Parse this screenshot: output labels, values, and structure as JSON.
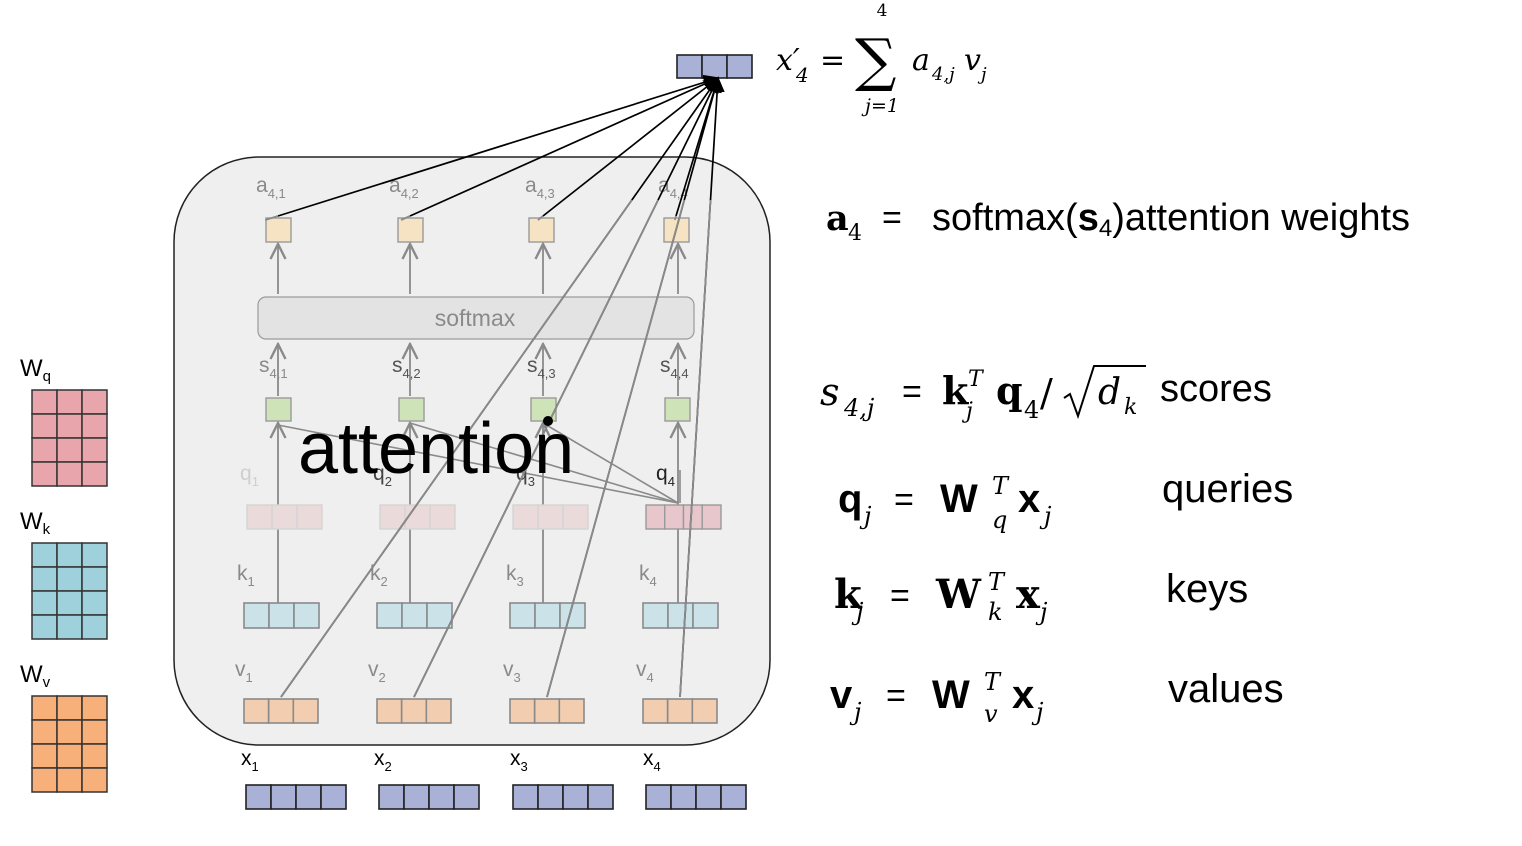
{
  "weights": {
    "wq": {
      "label": "W",
      "sub": "q",
      "color": "#e8a5ab"
    },
    "wk": {
      "label": "W",
      "sub": "k",
      "color": "#9fd1dc"
    },
    "wv": {
      "label": "W",
      "sub": "v",
      "color": "#f7b07a"
    }
  },
  "inputs": [
    {
      "label": "x",
      "sub": "1"
    },
    {
      "label": "x",
      "sub": "2"
    },
    {
      "label": "x",
      "sub": "3"
    },
    {
      "label": "x",
      "sub": "4"
    }
  ],
  "values_labels": [
    {
      "label": "v",
      "sub": "1"
    },
    {
      "label": "v",
      "sub": "2"
    },
    {
      "label": "v",
      "sub": "3"
    },
    {
      "label": "v",
      "sub": "4"
    }
  ],
  "keys_labels": [
    {
      "label": "k",
      "sub": "1"
    },
    {
      "label": "k",
      "sub": "2"
    },
    {
      "label": "k",
      "sub": "3"
    },
    {
      "label": "k",
      "sub": "4"
    }
  ],
  "queries_labels": [
    {
      "label": "q",
      "sub": "1"
    },
    {
      "label": "q",
      "sub": "2"
    },
    {
      "label": "q",
      "sub": "3"
    },
    {
      "label": "q",
      "sub": "4"
    }
  ],
  "scores_labels": [
    {
      "label": "s",
      "sub": "4,1"
    },
    {
      "label": "s",
      "sub": "4,2"
    },
    {
      "label": "s",
      "sub": "4,3"
    },
    {
      "label": "s",
      "sub": "4,4"
    }
  ],
  "attn_labels": [
    {
      "label": "a",
      "sub": "4,1"
    },
    {
      "label": "a",
      "sub": "4,2"
    },
    {
      "label": "a",
      "sub": "4,3"
    },
    {
      "label": "a",
      "sub": "4,4"
    }
  ],
  "softmax_label": "softmax",
  "overlay_label": "attention",
  "output_eq": {
    "lhs": "x′",
    "lhs_sub": "4",
    "eq": "=",
    "sigma": "∑",
    "upper": "4",
    "lower": "j=1",
    "term_a": "a",
    "term_a_sub": "4,j",
    "term_v": "v",
    "term_v_sub": "j"
  },
  "equations": {
    "a4": {
      "lhs": "a",
      "lhs_sub": "4",
      "rhs_pre": "softmax(",
      "rhs_bold": "s",
      "rhs_bold_sub": "4",
      "rhs_post": ")attention weights"
    },
    "s4j": {
      "lhs": "s",
      "lhs_sub": "4,j",
      "eq": "=",
      "k": "k",
      "k_sub": "j",
      "k_sup": "T",
      "q": "q",
      "q_sub": "4",
      "slash": "/",
      "dk": "d",
      "dk_sub": "k",
      "desc": "scores"
    },
    "qj": {
      "lhs": "q",
      "lhs_sub": "j",
      "eq": "=",
      "w": "W",
      "w_sub": "q",
      "w_sup": "T",
      "x": "x",
      "x_sub": "j",
      "desc": "queries"
    },
    "kj": {
      "lhs": "k",
      "lhs_sub": "j",
      "eq": "=",
      "w": "W",
      "w_sub": "k",
      "w_sup": "T",
      "x": "x",
      "x_sub": "j",
      "desc": "keys"
    },
    "vj": {
      "lhs": "v",
      "lhs_sub": "j",
      "eq": "=",
      "w": "W",
      "w_sub": "v",
      "w_sup": "T",
      "x": "x",
      "x_sub": "j",
      "desc": "values"
    }
  },
  "colors": {
    "input_fill": "#a9b2d6",
    "key_fill": "#cbe2e8",
    "value_fill": "#f2cdb0",
    "query_fill": "#eadada",
    "query4_fill": "#e7c7cc",
    "score_fill": "#cfe3b8",
    "attn_fill": "#f5e3c3",
    "panel_fill": "#efefef",
    "softmax_fill": "#e3e3e3"
  }
}
